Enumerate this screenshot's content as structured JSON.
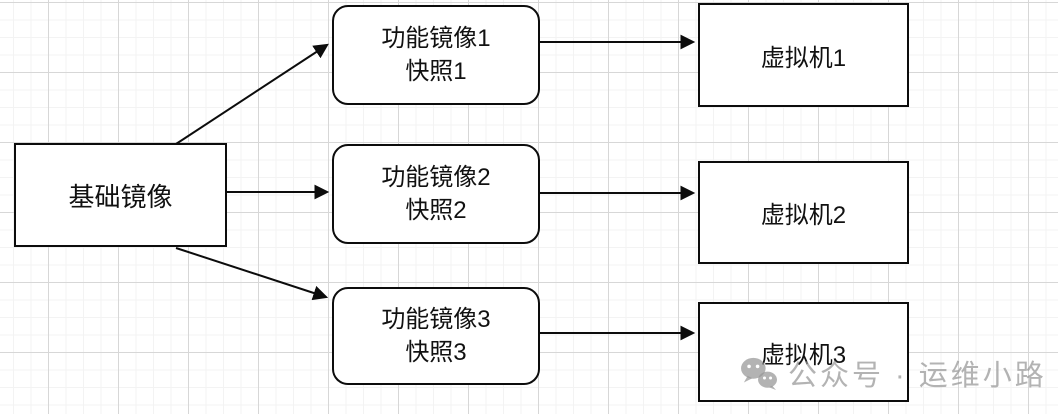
{
  "diagram": {
    "nodes": {
      "base": {
        "label": "基础镜像"
      },
      "images": [
        {
          "title": "功能镜像1",
          "subtitle": "快照1"
        },
        {
          "title": "功能镜像2",
          "subtitle": "快照2"
        },
        {
          "title": "功能镜像3",
          "subtitle": "快照3"
        }
      ],
      "vms": [
        {
          "label": "虚拟机1"
        },
        {
          "label": "虚拟机2"
        },
        {
          "label": "虚拟机3"
        }
      ]
    },
    "connections": [
      {
        "from": "base",
        "to": "image-1"
      },
      {
        "from": "base",
        "to": "image-2"
      },
      {
        "from": "base",
        "to": "image-3"
      },
      {
        "from": "image-1",
        "to": "vm-1"
      },
      {
        "from": "image-2",
        "to": "vm-2"
      },
      {
        "from": "image-3",
        "to": "vm-3"
      }
    ]
  },
  "watermark": {
    "icon": "wechat-icon",
    "text": "公众号 · 运维小路",
    "color": "#b9b9b9"
  },
  "colors": {
    "background": "#ffffff",
    "grid_minor": "#f3f3f3",
    "grid_major": "#d7d7d7",
    "node_border": "#0c0c0c",
    "node_fill": "#ffffff",
    "arrow": "#0c0c0c",
    "text": "#111111"
  }
}
